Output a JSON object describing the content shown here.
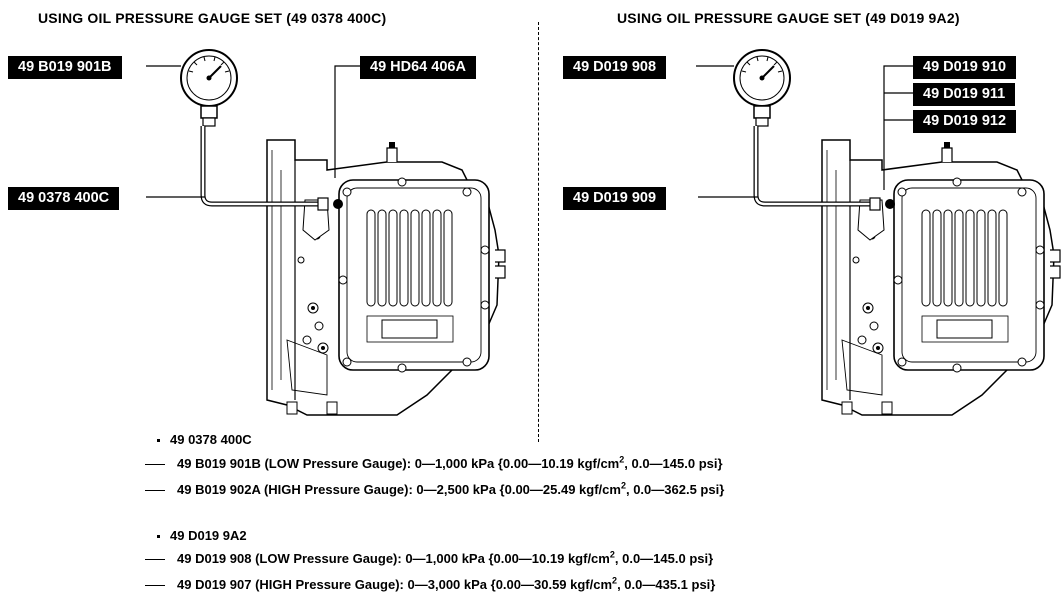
{
  "left": {
    "heading": "USING  OIL PRESSURE GAUGE SET  (49 0378 400C)",
    "tags": {
      "gauge": "49 B019 901B",
      "adapter": "49 HD64 406A",
      "hose": "49 0378 400C"
    }
  },
  "right": {
    "heading": "USING  OIL PRESSURE GAUGE SET  (49 D019 9A2)",
    "tags": {
      "gauge": "49 D019 908",
      "adapter1": "49 D019 910",
      "adapter2": "49 D019 911",
      "adapter3": "49 D019 912",
      "hose": "49 D019 909"
    }
  },
  "notes": {
    "set1": {
      "title": "49 0378 400C",
      "low": {
        "name": "49 B019 901B (LOW Pressure Gauge):",
        "range": "0—1,000 kPa {0.00—10.19 kgf/cm",
        "rest": ", 0.0—145.0 psi}"
      },
      "high": {
        "name": "49 B019 902A (HIGH Pressure Gauge):",
        "range": "0—2,500 kPa {0.00—25.49 kgf/cm",
        "rest": ", 0.0—362.5 psi}"
      }
    },
    "set2": {
      "title": "49 D019 9A2",
      "low": {
        "name": "49 D019 908 (LOW Pressure Gauge):",
        "range": "0—1,000 kPa {0.00—10.19 kgf/cm",
        "rest": ", 0.0—145.0 psi}"
      },
      "high": {
        "name": "49 D019 907 (HIGH Pressure Gauge):",
        "range": "0—3,000 kPa {0.00—30.59 kgf/cm",
        "rest": ", 0.0—435.1 psi}"
      }
    },
    "superscript": "2"
  },
  "colors": {
    "ink": "#000000",
    "paper": "#ffffff"
  },
  "icons": [
    "pressure-gauge-icon",
    "transmission-case-illustration"
  ]
}
